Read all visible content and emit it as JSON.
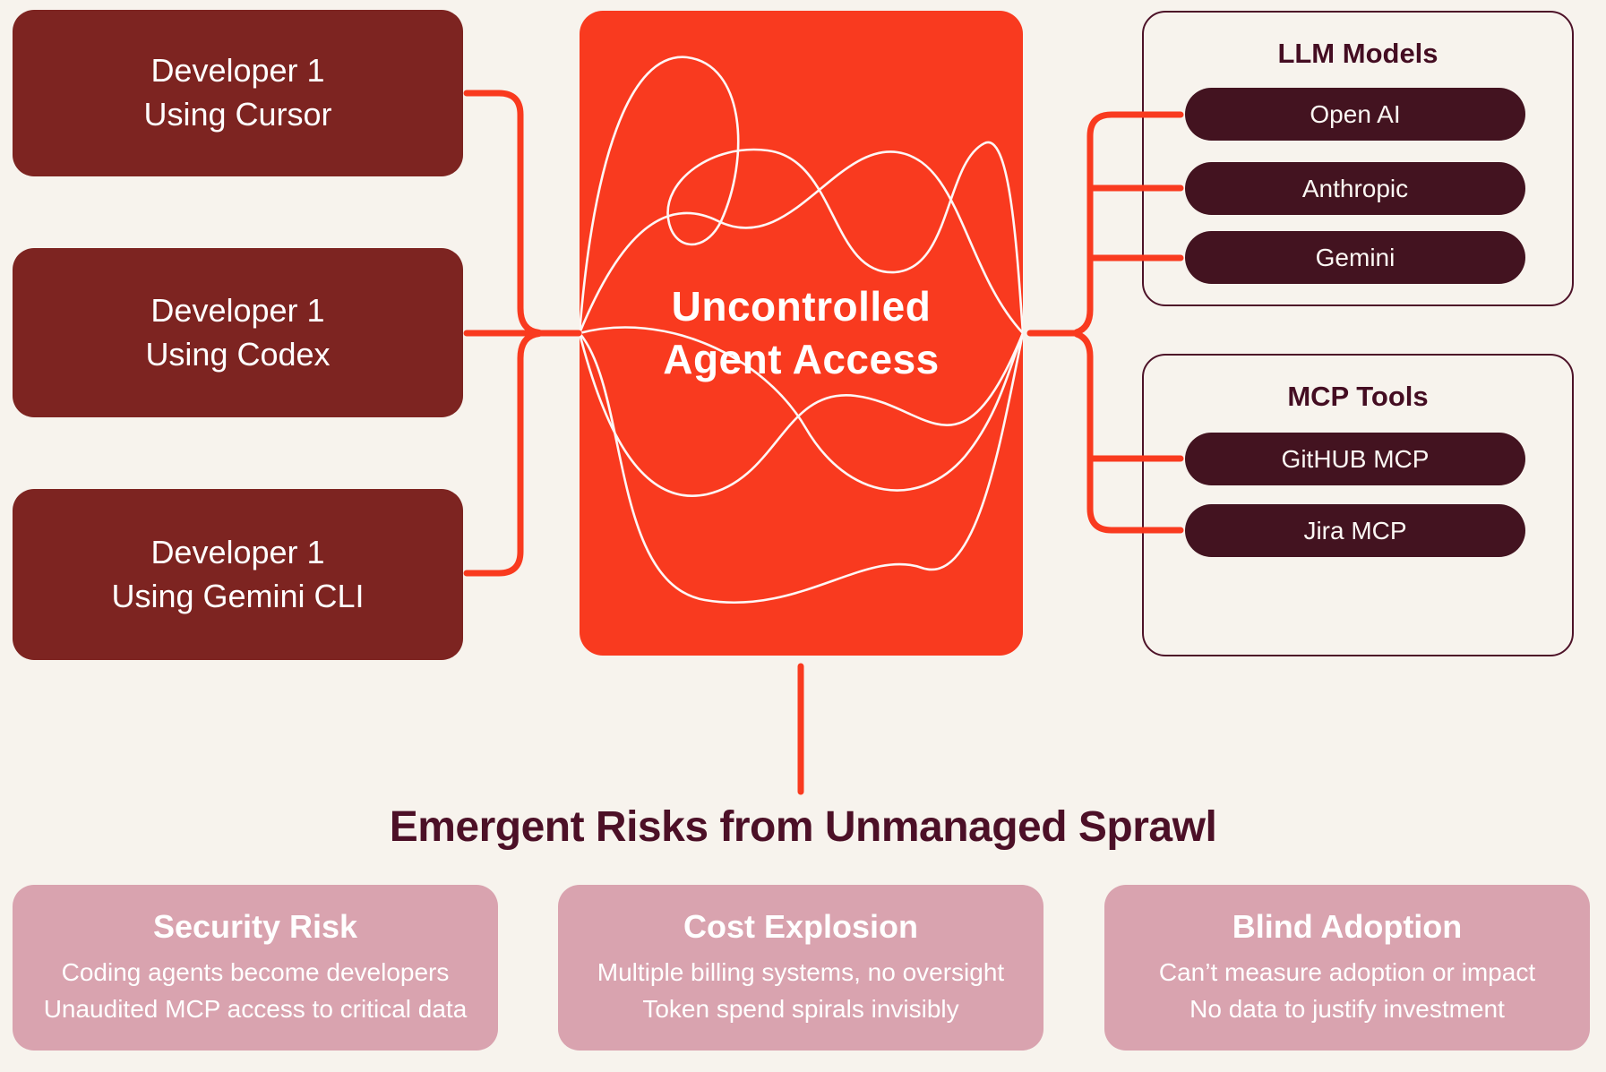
{
  "colors": {
    "background": "#F7F3ED",
    "developer_box": "#7D2421",
    "hub_red": "#F93A1F",
    "connector_red": "#F93A1F",
    "pill_maroon": "#431320",
    "panel_border_maroon": "#4D1228",
    "panel_title_maroon": "#440D22",
    "heading_maroon": "#4C1027",
    "risk_pink": "#D9A3AF",
    "text_white": "#FFFFFF"
  },
  "developers": [
    {
      "line1": "Developer 1",
      "line2": "Using Cursor"
    },
    {
      "line1": "Developer 1",
      "line2": "Using Codex"
    },
    {
      "line1": "Developer 1",
      "line2": "Using Gemini CLI"
    }
  ],
  "hub": {
    "line1": "Uncontrolled",
    "line2": "Agent Access"
  },
  "llm_panel": {
    "title": "LLM Models",
    "items": [
      "Open AI",
      "Anthropic",
      "Gemini"
    ]
  },
  "mcp_panel": {
    "title": "MCP Tools",
    "items": [
      "GitHUB MCP",
      "Jira MCP"
    ]
  },
  "risks": {
    "heading": "Emergent Risks from Unmanaged Sprawl",
    "cards": [
      {
        "title": "Security Risk",
        "line1": "Coding agents become developers",
        "line2": "Unaudited MCP access to critical data"
      },
      {
        "title": "Cost Explosion",
        "line1": "Multiple billing systems, no oversight",
        "line2": "Token spend spirals invisibly"
      },
      {
        "title": "Blind Adoption",
        "line1": "Can’t measure adoption or impact",
        "line2": "No data to justify investment"
      }
    ]
  }
}
